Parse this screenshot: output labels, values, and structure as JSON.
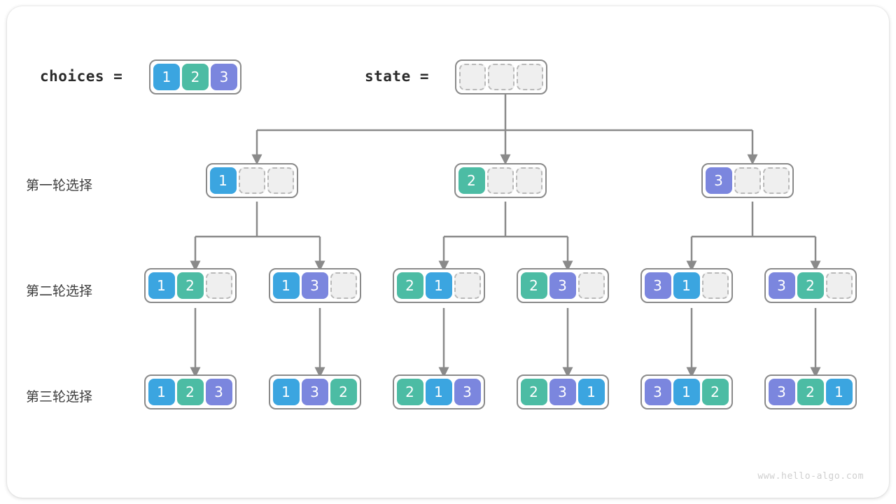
{
  "watermark": "www.hello-algo.com",
  "colors": {
    "value1": "#3ba5e0",
    "value2": "#4cbca4",
    "value3": "#7b86de",
    "empty_fill": "#efefef",
    "empty_border": "#b9b9b9",
    "box_border": "#8a8a8a",
    "connector": "#8a8a8a",
    "card_bg": "#ffffff",
    "text": "#3c3c3c"
  },
  "header": {
    "choices_label": "choices =",
    "choices_values": [
      1,
      2,
      3
    ],
    "state_label": "state =",
    "state_values": [
      null,
      null,
      null
    ]
  },
  "rows": [
    {
      "label": "第一轮选择",
      "nodes": [
        {
          "values": [
            1,
            null,
            null
          ]
        },
        {
          "values": [
            2,
            null,
            null
          ]
        },
        {
          "values": [
            3,
            null,
            null
          ]
        }
      ]
    },
    {
      "label": "第二轮选择",
      "nodes": [
        {
          "values": [
            1,
            2,
            null
          ]
        },
        {
          "values": [
            1,
            3,
            null
          ]
        },
        {
          "values": [
            2,
            1,
            null
          ]
        },
        {
          "values": [
            2,
            3,
            null
          ]
        },
        {
          "values": [
            3,
            1,
            null
          ]
        },
        {
          "values": [
            3,
            2,
            null
          ]
        }
      ]
    },
    {
      "label": "第三轮选择",
      "nodes": [
        {
          "values": [
            1,
            2,
            3
          ]
        },
        {
          "values": [
            1,
            3,
            2
          ]
        },
        {
          "values": [
            2,
            1,
            3
          ]
        },
        {
          "values": [
            2,
            3,
            1
          ]
        },
        {
          "values": [
            3,
            1,
            2
          ]
        },
        {
          "values": [
            3,
            2,
            1
          ]
        }
      ]
    }
  ]
}
